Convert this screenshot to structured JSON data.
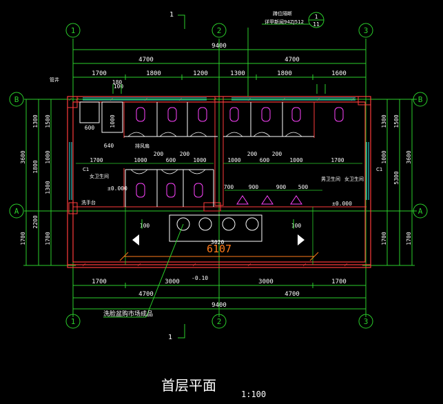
{
  "drawing": {
    "title": "首层平面",
    "scale": "1:100",
    "section_mark": "1",
    "callout_text_1": "蹲位隔断",
    "callout_text_2": "详甲新闻94ZJ512",
    "callout_bubble_top": "1",
    "callout_bubble_bottom": "11",
    "sink_note": "洗脸盆购市场成品",
    "axis_labels": {
      "col1": "1",
      "col2": "2",
      "col3": "3",
      "rowA": "A",
      "rowB": "B"
    },
    "top_dims": {
      "total": "9400",
      "halves": [
        "4700",
        "4700"
      ],
      "segments": [
        "1700",
        "1800",
        "1200",
        "1300",
        "1800",
        "1600"
      ]
    },
    "bottom_dims": {
      "segments": [
        "1700",
        "3000",
        "3000",
        "1700"
      ],
      "halves": [
        "4700",
        "4700"
      ],
      "total": "9400"
    },
    "left_dims": {
      "outer": [
        "3600",
        "1700"
      ],
      "mid": [
        "1800",
        "2200"
      ],
      "inner": [
        "1300",
        "1000",
        "1300",
        "1700"
      ],
      "inner2": [
        "1500",
        "1300"
      ]
    },
    "right_dims": {
      "outer": [
        "3600",
        "1700"
      ],
      "mid": [
        "5300"
      ],
      "inner": [
        "1500",
        "1000",
        "1700"
      ],
      "inner2": [
        "1300",
        "1700"
      ]
    },
    "inner_dims": {
      "row1": [
        "1700",
        "1000",
        "600",
        "1000"
      ],
      "row1b": [
        "200",
        "200"
      ],
      "row2": [
        "1000",
        "600",
        "1000",
        "1700"
      ],
      "row2b": [
        "200",
        "200"
      ],
      "urinal": [
        "700",
        "900",
        "900",
        "500"
      ],
      "small": [
        "600",
        "640",
        "1000",
        "100",
        "180",
        "100",
        "100"
      ]
    },
    "levels": {
      "l1": "±0.000",
      "l2": "±0.000",
      "l3": "-0.10"
    },
    "dim_6107": "6107",
    "dim_3020": "3020",
    "room_labels": [
      "管井",
      "洗手台",
      "女卫生间",
      "男卫生间",
      "排风扇",
      "女卫生间",
      "C1",
      "C1"
    ]
  }
}
